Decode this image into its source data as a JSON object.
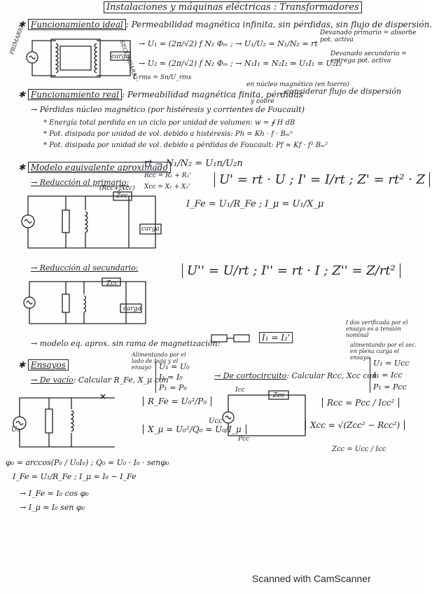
{
  "title": "Instalaciones y máquinas eléctricas : Transformadores",
  "s1": {
    "heading": "Funcionamiento ideal",
    "text": ": Permeabilidad magnética infinita, sin pérdidas, sin flujo de dispersión.",
    "eq1": "→ U₁ = (2π/√2) f N₁ Φₘ ; → U₁/U₂ = N₁/N₂ = rt",
    "eq2": "→ U₂ = (2π/√2) f N₂ Φₘ ; → N₁I₁ = N₂I₂ ⇒ U₁I₁ = U₂I₂",
    "note1": "Devanado primario = absorbe pot. activa",
    "note2": "Devanado secundario = entrega pot. activa",
    "bottom": "I_rms = Sn/U_rms",
    "label_primario": "PRIMARIO",
    "label_secundario": "SECUNDARIO",
    "carga": "carga"
  },
  "s2": {
    "heading": "Funcionamiento real",
    "text": ": Permeabilidad magnética finita, pérdidas",
    "text_over": "en núcleo magnético (en hierro)",
    "text_under": "y cobre",
    "text_end": ", considerar flujo de dispersión",
    "sub": "→ Pérdidas núcleo magnético (por histéresis y corrientes de Foucault)",
    "b1": "* Energía total perdida en un ciclo por unidad de volumen: w = ∮ H dB",
    "b2": "* Pot. disipada por unidad de vol. debido a histéresis: Ph = Kh · f · Bₘⁿ",
    "b3": "* Pot. disipada por unidad de vol. debido a pérdidas de Foucault: Pf ≈ Kf · f² Bₘ²"
  },
  "s3": {
    "heading": "Modelo equivalente aproximado",
    "rt": "rt = N₁/N₂ = U₁n/U₂n",
    "red1": "→ Reducción al primario:",
    "rcc": "Rcc = R₁ + R₂'",
    "xcc": "Xcc = X₁ + X₂'",
    "boxeq1": "U' = rt · U ; I' = I/rt ; Z' = rt² · Z",
    "ife": "I_Fe = U₁/R_Fe ; I_μ = U₁/X_μ",
    "red2": "→ Reducción al secundario:",
    "boxeq2": "U'' = U/rt ; I'' = rt · I ; Z'' = Z/rt²",
    "model_sin": "→ modelo eq. aprox. sin rama de magnetización:",
    "i1": "I₁ = I₂'",
    "note_a": "I dos verificada por el ensayo es a tensión nominal",
    "note_b": "alimentando por el sec. en plena carga el ensayo",
    "carga": "carga",
    "zcc_box": "Zcc",
    "rcc_xcc": "(Rcc+jXcc)"
  },
  "s4": {
    "heading": "Ensayos",
    "vacio_title": "→ De vacío",
    "vacio_text": ": Calcular R_Fe, X_μ con",
    "vacio_note": "Alimentando por el lado de baja y el ensayo",
    "v1": "U₁ = U₀",
    "v2": "I₁ = I₀",
    "v3": "P₁ = P₀",
    "rfe": "R_Fe = U₀²/P₀",
    "xmu": "X_μ = U₀²/Q₀ = U₀/I_μ",
    "phi": "φ₀ = arccos(P₀ / U₀I₀) ; Q₀ = U₀ · I₀ · senφ₀",
    "ife_eq": "I_Fe = U₁/R_Fe ; I_μ = I₀ − I_Fe",
    "ife2": "I_Fe = I₀ cos φ₀",
    "imu2": "I_μ = I₀ sen φ₀",
    "cc_title": "→ De cortocircuito",
    "cc_text": ": Calcular Rcc, Xcc con",
    "c1": "U₁ = Ucc",
    "c2": "I₁ = Icc",
    "c3": "P₁ = Pcc",
    "rcc_eq": "Rcc = Pcc / Icc²",
    "xcc_eq": "Xcc = √(Zcc² − Rcc²)",
    "zcc_eq": "Zcc = Ucc / Icc",
    "u0": "U₀",
    "ucc": "Ucc",
    "pcc": "Pcc",
    "icc": "Icc"
  },
  "footer": "Scanned with CamScanner"
}
